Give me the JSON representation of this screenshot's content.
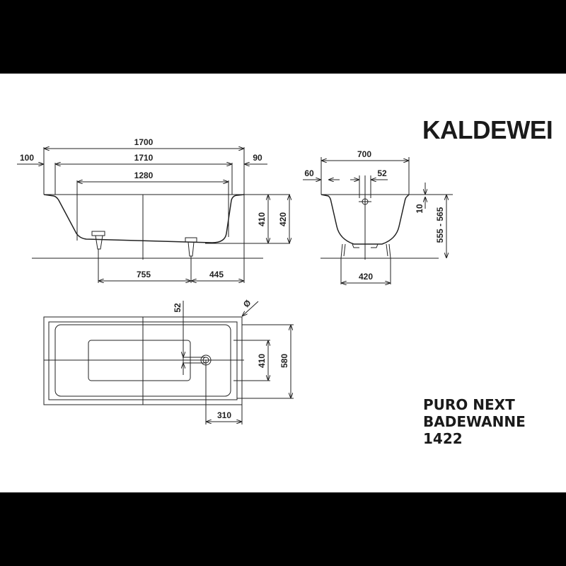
{
  "brand": {
    "name": "KALDEWEI"
  },
  "product": {
    "line1": "PURO NEXT",
    "line2": "BADEWANNE",
    "line3": "1422"
  },
  "side_view": {
    "overall_length": "1700",
    "inner_length": "1710",
    "bottom_length": "1280",
    "left_rim": "100",
    "right_rim": "90",
    "depth_inner": "410",
    "depth_outer": "420",
    "feet_spacing": "755",
    "foot_to_end": "445"
  },
  "end_view": {
    "width": "700",
    "rim": "60",
    "drain_offset": "52",
    "rim_thickness": "10",
    "height_range": "555 - 565",
    "feet_width": "420"
  },
  "plan_view": {
    "drain_offset": "52",
    "drain_diameter_symbol": "Ø",
    "floor_width": "410",
    "inner_width": "580",
    "drain_to_end": "310"
  },
  "colors": {
    "line": "#222222",
    "background": "#ffffff",
    "frame": "#000000"
  }
}
